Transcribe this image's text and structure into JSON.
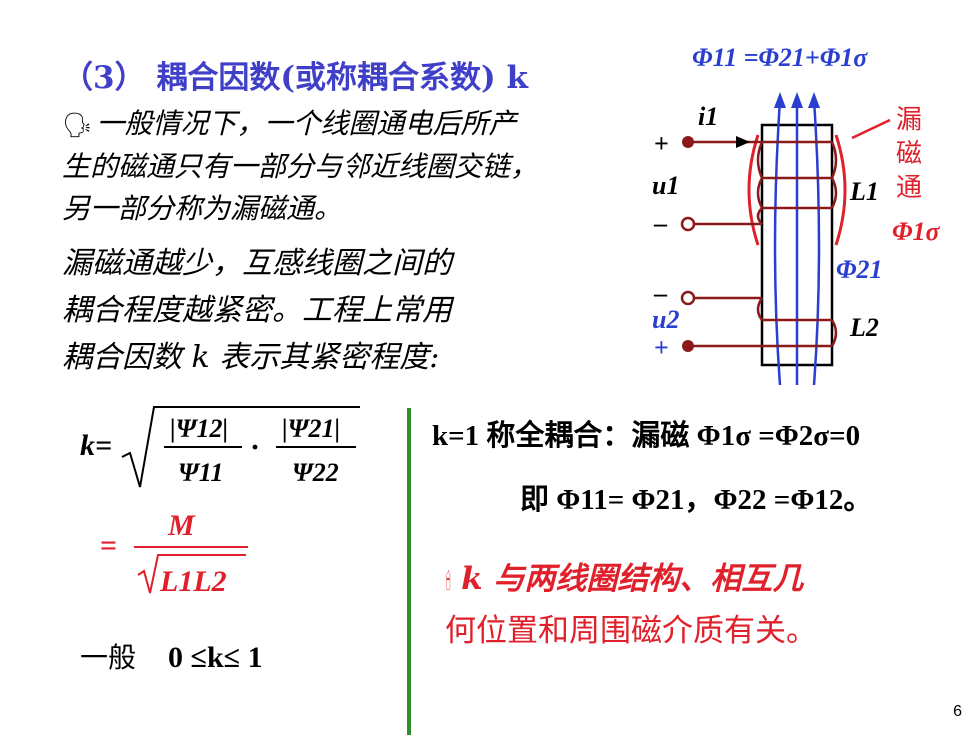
{
  "title": "（3） 耦合因数(或称耦合系数) k",
  "para1_line1": "一般情况下，一个线圈通电后所产",
  "para1_line2": "生的磁通只有一部分与邻近线圈交链，",
  "para1_line3": "另一部分称为漏磁通。",
  "para2_line1": "漏磁通越少，互感线圈之间的",
  "para2_line2": "耦合程度越紧密。工程上常用",
  "para2_line3": "耦合因数 k 表示其紧密程度:",
  "bullet_icon": "speaker-icon",
  "formula": {
    "k_eq": "k=",
    "psi12": "|Ψ12|",
    "psi11": "Ψ11",
    "psi21": "|Ψ21|",
    "psi22": "Ψ22",
    "eq2": "=",
    "M": "M",
    "sqrt_L1L2": "L1L2",
    "range_prefix": "一般",
    "range": "0 ≤k≤ 1"
  },
  "right": {
    "line1": "k=1 称全耦合：漏磁 Φ1σ =Φ2σ=0",
    "line2": "即 Φ11= Φ21，Φ22 =Φ12。",
    "note_line1": "k 与两线圈结构、相互几",
    "note_line2": "何位置和周围磁介质有关。",
    "note_icon": "candle-icon"
  },
  "diagram": {
    "top_eq": "Φ11 =Φ21+Φ1σ",
    "i1": "i1",
    "plus_top": "+",
    "minus_top": "–",
    "u1": "u1",
    "L1": "L1",
    "leak1": "漏",
    "leak2": "磁",
    "leak3": "通",
    "phi1s": "Φ1σ",
    "phi21": "Φ21",
    "minus_bot": "–",
    "u2": "u2",
    "plus_bot": "+",
    "L2": "L2"
  },
  "page_number": "6",
  "colors": {
    "title": "#3f3fc8",
    "red": "#e0202a",
    "blue": "#2a3ed0",
    "wire": "#8b1a1a",
    "divider": "#2d8f2d"
  }
}
